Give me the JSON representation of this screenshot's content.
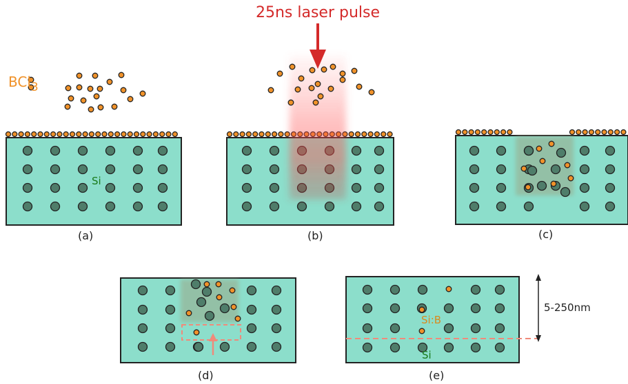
{
  "labels": {
    "laser": "25ns laser pulse",
    "precursor_main": "BCl",
    "precursor_sub": "3",
    "substrate": "Si",
    "doped": "Si:B",
    "substrate_e": "Si",
    "depth": "5-250nm"
  },
  "panels": [
    {
      "id": "a",
      "label": "(a)"
    },
    {
      "id": "b",
      "label": "(b)"
    },
    {
      "id": "c",
      "label": "(c)"
    },
    {
      "id": "d",
      "label": "(d)"
    },
    {
      "id": "e",
      "label": "(e)"
    }
  ],
  "colors": {
    "substrate": "#8cdecb",
    "si_atom": "#4f7d6a",
    "boron": "#f0922a",
    "laser": "#e83a3a",
    "arrow": "#d42a2a",
    "melt_arrow": "#f08a7a"
  }
}
